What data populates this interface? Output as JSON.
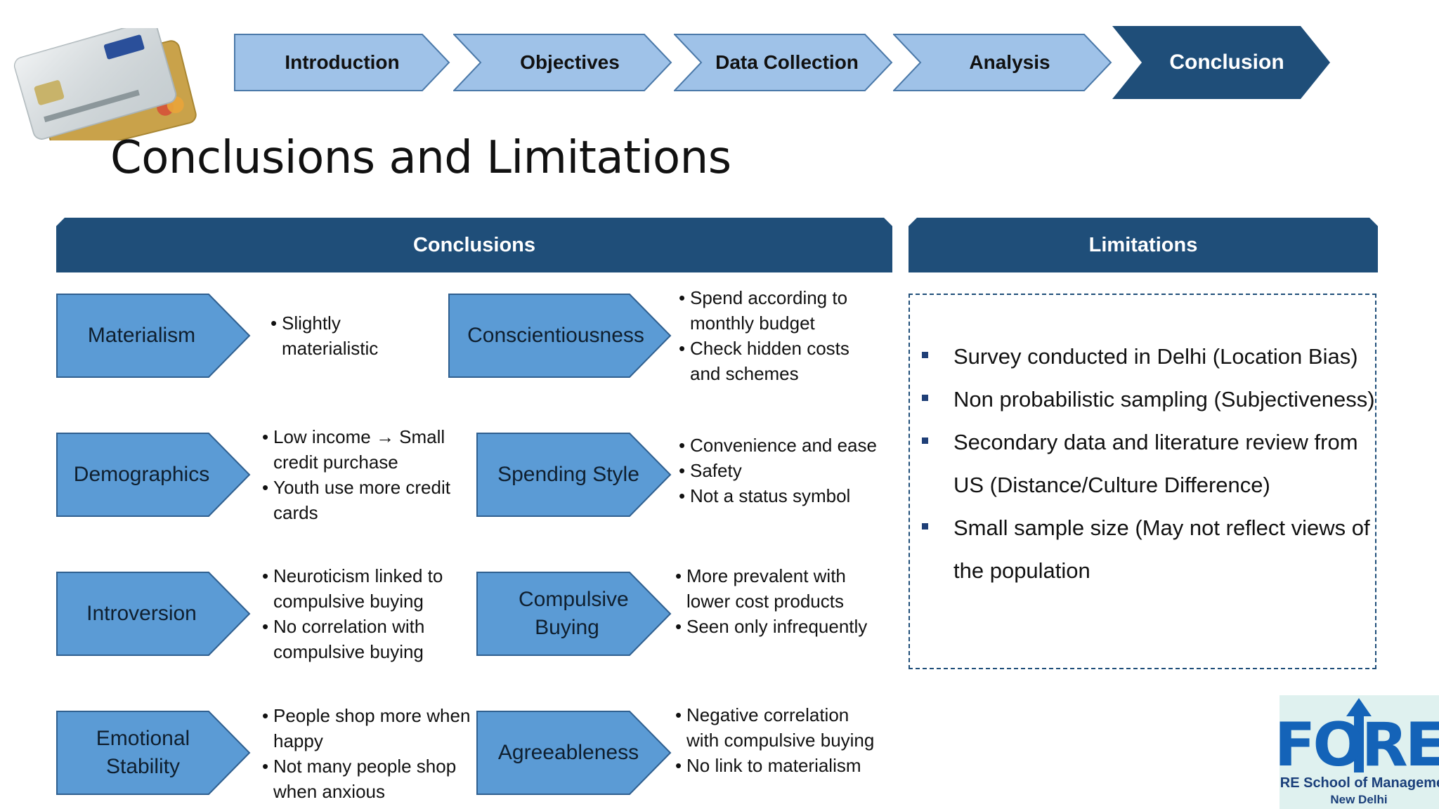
{
  "steps": [
    {
      "label": "Introduction",
      "active": false
    },
    {
      "label": "Objectives",
      "active": false
    },
    {
      "label": "Data Collection",
      "active": false
    },
    {
      "label": "Analysis",
      "active": false
    },
    {
      "label": "Conclusion",
      "active": true
    }
  ],
  "title": "Conclusions and Limitations",
  "conclusions_header": "Conclusions",
  "limitations_header": "Limitations",
  "left_items": [
    {
      "label": "Materialism",
      "bullets": [
        "Slightly materialistic"
      ]
    },
    {
      "label": "Demographics",
      "bullets": [
        "Low income → Small credit purchase",
        "Youth use more credit cards"
      ]
    },
    {
      "label": "Introversion",
      "bullets": [
        "Neuroticism linked to compulsive buying",
        "No correlation with compulsive buying"
      ]
    },
    {
      "label": "Emotional Stability",
      "bullets": [
        "People shop more when happy",
        "Not many people shop when anxious"
      ]
    }
  ],
  "right_items": [
    {
      "label": "Conscientiousness",
      "bullets": [
        "Spend according to monthly budget",
        "Check hidden costs and schemes"
      ]
    },
    {
      "label": "Spending Style",
      "bullets": [
        "Convenience and ease",
        "Safety",
        "Not a status symbol"
      ]
    },
    {
      "label": "Compulsive Buying",
      "bullets": [
        "More prevalent with lower cost products",
        "Seen only infrequently"
      ]
    },
    {
      "label": "Agreeableness",
      "bullets": [
        "Negative correlation with compulsive buying",
        "No link to materialism"
      ]
    }
  ],
  "limitations": [
    "Survey conducted in Delhi (Location Bias)",
    "Non probabilistic sampling (Subjectiveness)",
    "Secondary data and literature review from US (Distance/Culture Difference)",
    "Small sample size (May not reflect views of the population"
  ],
  "logo": {
    "mark": "FORE",
    "name": "FORE School of Management",
    "city": "New Delhi"
  },
  "colors": {
    "step_light": "#9fc2e8",
    "step_dark": "#1f4e79",
    "chevron_fill": "#5b9bd5",
    "header": "#1f4e79"
  }
}
